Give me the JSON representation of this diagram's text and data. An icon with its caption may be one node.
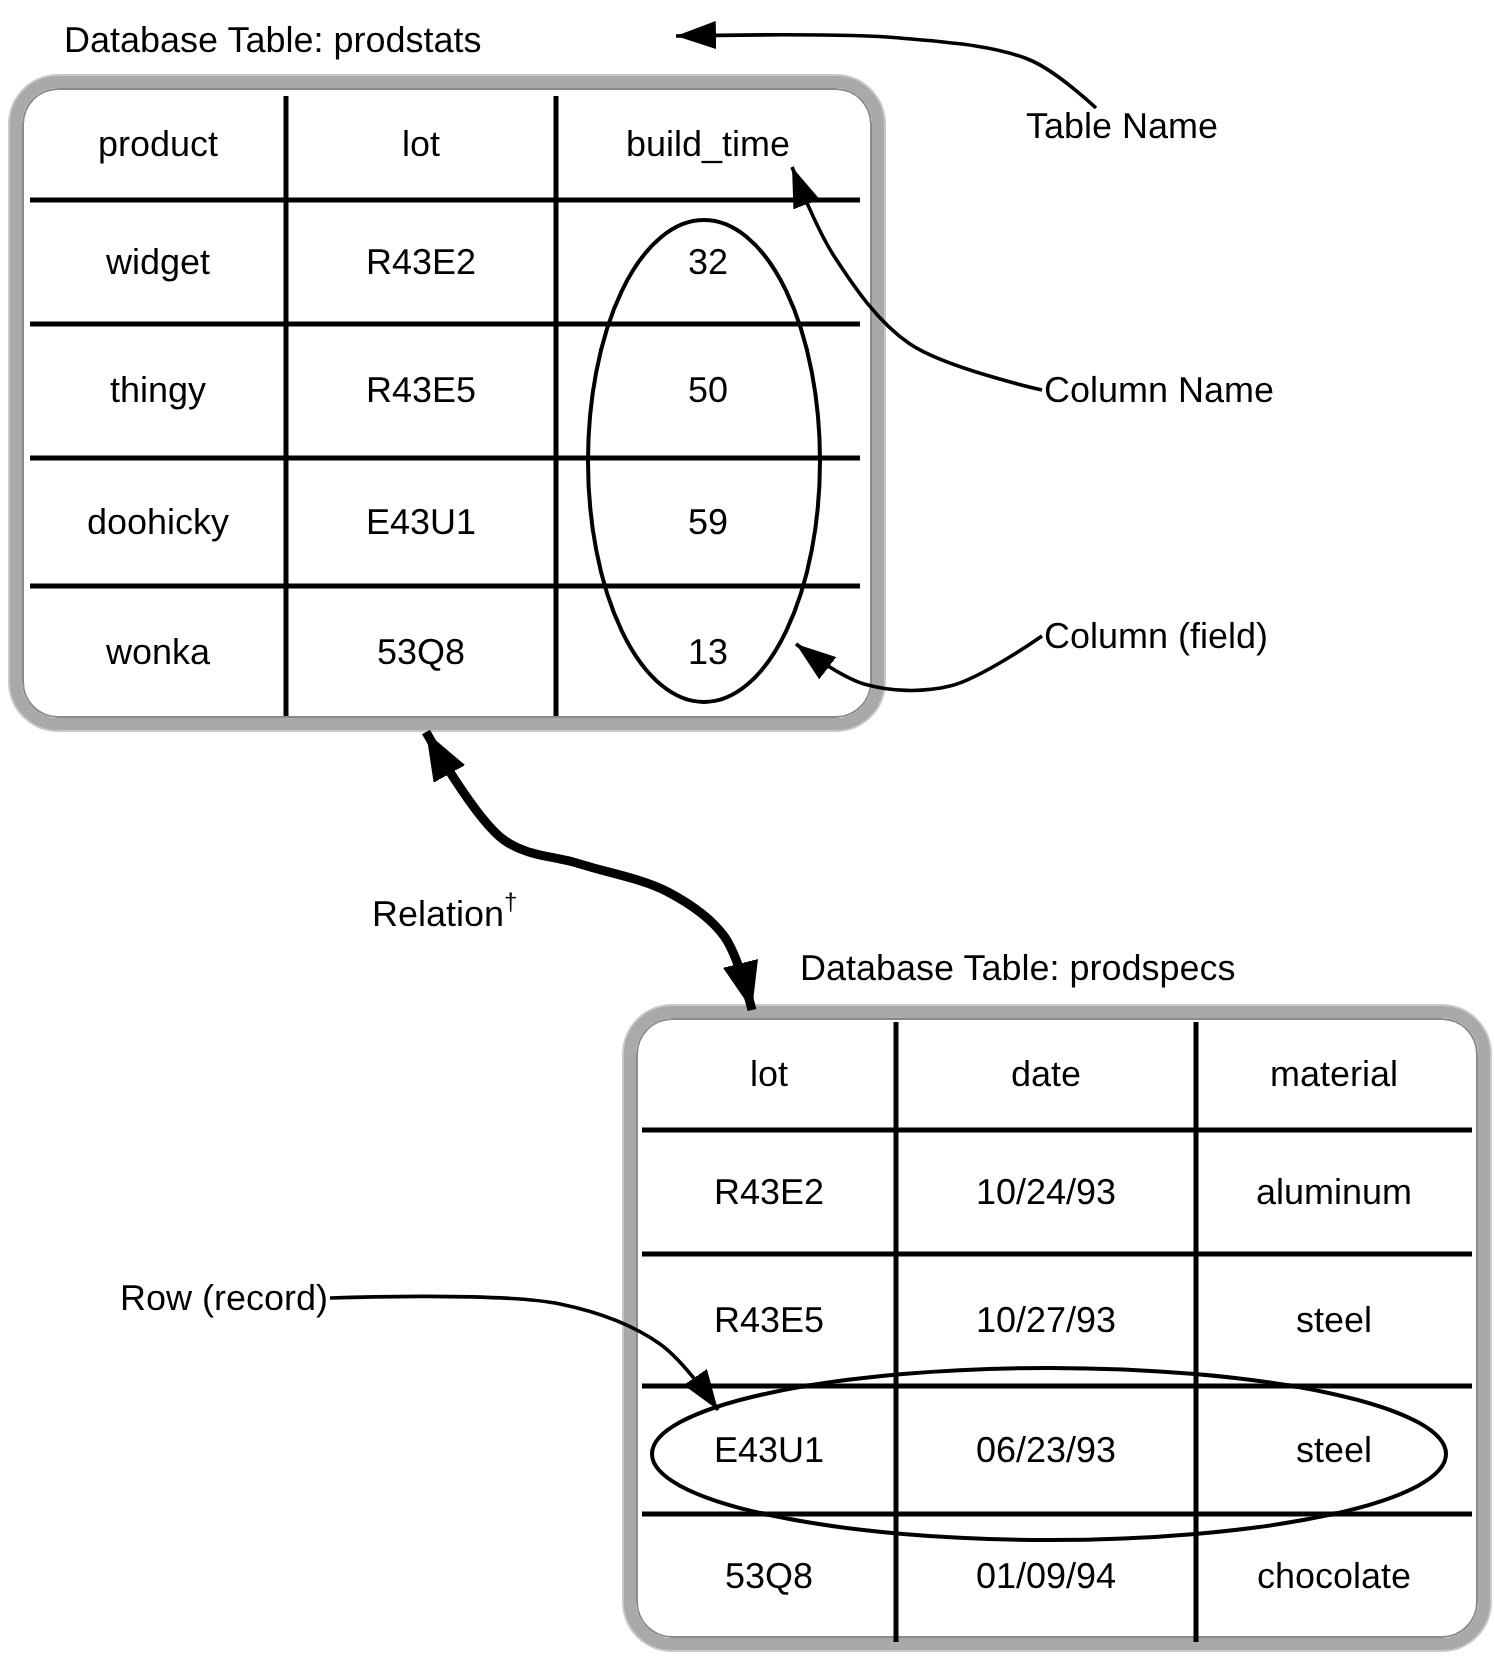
{
  "diagram": {
    "nodes": [
      {
        "text": [
          "Database Table: prodstats"
        ]
      },
      {
        "text": [
          "build_time"
        ],
        "in": 0
      },
      {
        "text": [],
        "shape": "ellipse",
        "in": 0
      },
      {
        "text": [
          "Table Name"
        ]
      },
      {
        "text": [
          "Column Name"
        ]
      },
      {
        "text": [
          "Column (field)"
        ]
      },
      {
        "text": [
          "Database Table: prodspecs"
        ]
      },
      {
        "text": [],
        "shape": "ellipse",
        "in": 6
      },
      {
        "text": [
          "Row (record)"
        ]
      }
    ],
    "edges": [
      {
        "from": 3,
        "to": 0,
        "arrow": "to"
      },
      {
        "from": 4,
        "to": 1,
        "arrow": "to"
      },
      {
        "from": 5,
        "to": 2,
        "arrow": "to"
      },
      {
        "from": 0,
        "to": 6,
        "arrow": "both",
        "style": "thick",
        "label": "Relation$^{†}$"
      },
      {
        "from": 8,
        "to": 7,
        "arrow": "to"
      }
    ],
    "labels": [
      "product",
      "lot",
      "widget",
      "R43E2",
      "32",
      "thingy",
      "R43E5",
      "50",
      "doohicky",
      "E43U1",
      "59",
      "wonka",
      "53Q8",
      "13",
      "lot",
      "date",
      "material",
      "R43E2",
      "10/24/93",
      "aluminum",
      "R43E5",
      "10/27/93",
      "steel",
      "E43U1",
      "06/23/93",
      "steel",
      "53Q8",
      "01/09/94",
      "chocolate"
    ]
  }
}
